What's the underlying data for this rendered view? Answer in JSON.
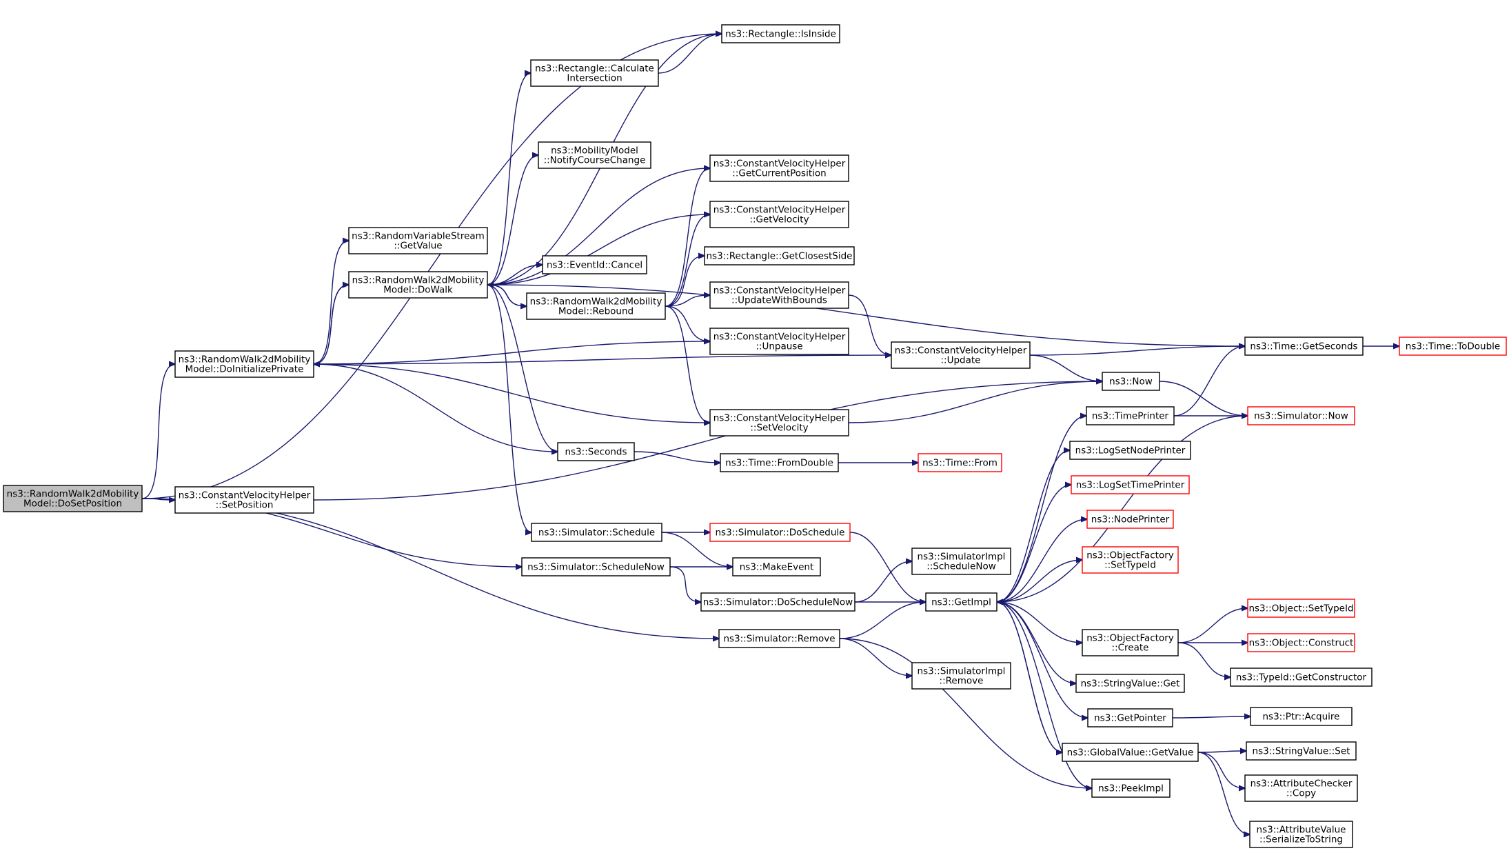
{
  "graph": {
    "nodes": [
      {
        "id": "n0",
        "lines": [
          "ns3::RandomWalk2dMobility",
          "Model::DoSetPosition"
        ],
        "style": "root"
      },
      {
        "id": "n1",
        "lines": [
          "ns3::RandomWalk2dMobility",
          "Model::DoInitializePrivate"
        ],
        "style": "normal"
      },
      {
        "id": "n2",
        "lines": [
          "ns3::Rectangle::IsInside"
        ],
        "style": "normal"
      },
      {
        "id": "n3",
        "lines": [
          "ns3::Time::GetSeconds"
        ],
        "style": "normal"
      },
      {
        "id": "n4",
        "lines": [
          "ns3::ConstantVelocityHelper",
          "::SetPosition"
        ],
        "style": "normal"
      },
      {
        "id": "n5",
        "lines": [
          "ns3::Now"
        ],
        "style": "normal"
      },
      {
        "id": "n6",
        "lines": [
          "ns3::Simulator::ScheduleNow"
        ],
        "style": "normal"
      },
      {
        "id": "n7",
        "lines": [
          "ns3::Simulator::Remove"
        ],
        "style": "normal"
      },
      {
        "id": "n8",
        "lines": [
          "ns3::RandomVariableStream",
          "::GetValue"
        ],
        "style": "normal"
      },
      {
        "id": "n9",
        "lines": [
          "ns3::RandomWalk2dMobility",
          "Model::DoWalk"
        ],
        "style": "normal"
      },
      {
        "id": "n10",
        "lines": [
          "ns3::ConstantVelocityHelper",
          "::Unpause"
        ],
        "style": "normal"
      },
      {
        "id": "n11",
        "lines": [
          "ns3::ConstantVelocityHelper",
          "::Update"
        ],
        "style": "normal"
      },
      {
        "id": "n12",
        "lines": [
          "ns3::ConstantVelocityHelper",
          "::SetVelocity"
        ],
        "style": "normal"
      },
      {
        "id": "n13",
        "lines": [
          "ns3::Seconds"
        ],
        "style": "normal"
      },
      {
        "id": "n14",
        "lines": [
          "ns3::Rectangle::Calculate",
          "Intersection"
        ],
        "style": "normal"
      },
      {
        "id": "n15",
        "lines": [
          "ns3::MobilityModel",
          "::NotifyCourseChange"
        ],
        "style": "normal"
      },
      {
        "id": "n16",
        "lines": [
          "ns3::ConstantVelocityHelper",
          "::GetCurrentPosition"
        ],
        "style": "normal"
      },
      {
        "id": "n17",
        "lines": [
          "ns3::ConstantVelocityHelper",
          "::GetVelocity"
        ],
        "style": "normal"
      },
      {
        "id": "n18",
        "lines": [
          "ns3::EventId::Cancel"
        ],
        "style": "normal"
      },
      {
        "id": "n19",
        "lines": [
          "ns3::RandomWalk2dMobility",
          "Model::Rebound"
        ],
        "style": "normal"
      },
      {
        "id": "n20",
        "lines": [
          "ns3::Simulator::Schedule"
        ],
        "style": "normal"
      },
      {
        "id": "n21",
        "lines": [
          "ns3::Rectangle::GetClosestSide"
        ],
        "style": "normal"
      },
      {
        "id": "n22",
        "lines": [
          "ns3::ConstantVelocityHelper",
          "::UpdateWithBounds"
        ],
        "style": "normal"
      },
      {
        "id": "n23",
        "lines": [
          "ns3::Time::FromDouble"
        ],
        "style": "normal"
      },
      {
        "id": "n24",
        "lines": [
          "ns3::Time::From"
        ],
        "style": "red"
      },
      {
        "id": "n25",
        "lines": [
          "ns3::Simulator::DoSchedule"
        ],
        "style": "red"
      },
      {
        "id": "n26",
        "lines": [
          "ns3::MakeEvent"
        ],
        "style": "normal"
      },
      {
        "id": "n27",
        "lines": [
          "ns3::Simulator::DoScheduleNow"
        ],
        "style": "normal"
      },
      {
        "id": "n28",
        "lines": [
          "ns3::SimulatorImpl",
          "::ScheduleNow"
        ],
        "style": "normal"
      },
      {
        "id": "n29",
        "lines": [
          "ns3::GetImpl"
        ],
        "style": "normal"
      },
      {
        "id": "n30",
        "lines": [
          "ns3::SimulatorImpl",
          "::Remove"
        ],
        "style": "normal"
      },
      {
        "id": "n31",
        "lines": [
          "ns3::PeekImpl"
        ],
        "style": "normal"
      },
      {
        "id": "n32",
        "lines": [
          "ns3::Time::ToDouble"
        ],
        "style": "red"
      },
      {
        "id": "n33",
        "lines": [
          "ns3::TimePrinter"
        ],
        "style": "normal"
      },
      {
        "id": "n34",
        "lines": [
          "ns3::Simulator::Now"
        ],
        "style": "red"
      },
      {
        "id": "n35",
        "lines": [
          "ns3::LogSetNodePrinter"
        ],
        "style": "normal"
      },
      {
        "id": "n36",
        "lines": [
          "ns3::LogSetTimePrinter"
        ],
        "style": "red"
      },
      {
        "id": "n37",
        "lines": [
          "ns3::NodePrinter"
        ],
        "style": "red"
      },
      {
        "id": "n38",
        "lines": [
          "ns3::ObjectFactory",
          "::SetTypeId"
        ],
        "style": "red"
      },
      {
        "id": "n39",
        "lines": [
          "ns3::ObjectFactory",
          "::Create"
        ],
        "style": "normal"
      },
      {
        "id": "n40",
        "lines": [
          "ns3::StringValue::Get"
        ],
        "style": "normal"
      },
      {
        "id": "n41",
        "lines": [
          "ns3::GetPointer"
        ],
        "style": "normal"
      },
      {
        "id": "n42",
        "lines": [
          "ns3::GlobalValue::GetValue"
        ],
        "style": "normal"
      },
      {
        "id": "n43",
        "lines": [
          "ns3::Object::SetTypeId"
        ],
        "style": "red"
      },
      {
        "id": "n44",
        "lines": [
          "ns3::Object::Construct"
        ],
        "style": "red"
      },
      {
        "id": "n45",
        "lines": [
          "ns3::TypeId::GetConstructor"
        ],
        "style": "normal"
      },
      {
        "id": "n46",
        "lines": [
          "ns3::Ptr::Acquire"
        ],
        "style": "normal"
      },
      {
        "id": "n47",
        "lines": [
          "ns3::StringValue::Set"
        ],
        "style": "normal"
      },
      {
        "id": "n48",
        "lines": [
          "ns3::AttributeChecker",
          "::Copy"
        ],
        "style": "normal"
      },
      {
        "id": "n49",
        "lines": [
          "ns3::AttributeValue",
          "::SerializeToString"
        ],
        "style": "normal"
      }
    ],
    "edges": [
      [
        "n0",
        "n1"
      ],
      [
        "n0",
        "n2"
      ],
      [
        "n0",
        "n4"
      ],
      [
        "n0",
        "n6"
      ],
      [
        "n0",
        "n7"
      ],
      [
        "n1",
        "n8"
      ],
      [
        "n1",
        "n9"
      ],
      [
        "n1",
        "n10"
      ],
      [
        "n1",
        "n11"
      ],
      [
        "n1",
        "n12"
      ],
      [
        "n1",
        "n13"
      ],
      [
        "n9",
        "n2"
      ],
      [
        "n9",
        "n3"
      ],
      [
        "n9",
        "n14"
      ],
      [
        "n9",
        "n15"
      ],
      [
        "n9",
        "n16"
      ],
      [
        "n9",
        "n17"
      ],
      [
        "n9",
        "n18"
      ],
      [
        "n9",
        "n19"
      ],
      [
        "n9",
        "n13"
      ],
      [
        "n9",
        "n20"
      ],
      [
        "n9",
        "n1"
      ],
      [
        "n19",
        "n9"
      ],
      [
        "n19",
        "n16"
      ],
      [
        "n19",
        "n17"
      ],
      [
        "n19",
        "n21"
      ],
      [
        "n19",
        "n22"
      ],
      [
        "n19",
        "n10"
      ],
      [
        "n19",
        "n12"
      ],
      [
        "n14",
        "n2"
      ],
      [
        "n22",
        "n11"
      ],
      [
        "n11",
        "n3"
      ],
      [
        "n11",
        "n5"
      ],
      [
        "n12",
        "n5"
      ],
      [
        "n4",
        "n5"
      ],
      [
        "n13",
        "n23"
      ],
      [
        "n23",
        "n24"
      ],
      [
        "n20",
        "n25"
      ],
      [
        "n20",
        "n26"
      ],
      [
        "n25",
        "n29"
      ],
      [
        "n6",
        "n26"
      ],
      [
        "n6",
        "n27"
      ],
      [
        "n27",
        "n28"
      ],
      [
        "n27",
        "n29"
      ],
      [
        "n7",
        "n29"
      ],
      [
        "n7",
        "n30"
      ],
      [
        "n7",
        "n31"
      ],
      [
        "n3",
        "n32"
      ],
      [
        "n5",
        "n34"
      ],
      [
        "n33",
        "n3"
      ],
      [
        "n33",
        "n34"
      ],
      [
        "n34",
        "n29"
      ],
      [
        "n29",
        "n33"
      ],
      [
        "n29",
        "n35"
      ],
      [
        "n29",
        "n36"
      ],
      [
        "n29",
        "n37"
      ],
      [
        "n29",
        "n38"
      ],
      [
        "n29",
        "n39"
      ],
      [
        "n29",
        "n40"
      ],
      [
        "n29",
        "n41"
      ],
      [
        "n29",
        "n42"
      ],
      [
        "n29",
        "n31"
      ],
      [
        "n39",
        "n43"
      ],
      [
        "n39",
        "n44"
      ],
      [
        "n39",
        "n45"
      ],
      [
        "n41",
        "n46"
      ],
      [
        "n42",
        "n47"
      ],
      [
        "n42",
        "n48"
      ],
      [
        "n42",
        "n49"
      ],
      [
        "n42",
        "n29"
      ]
    ]
  }
}
